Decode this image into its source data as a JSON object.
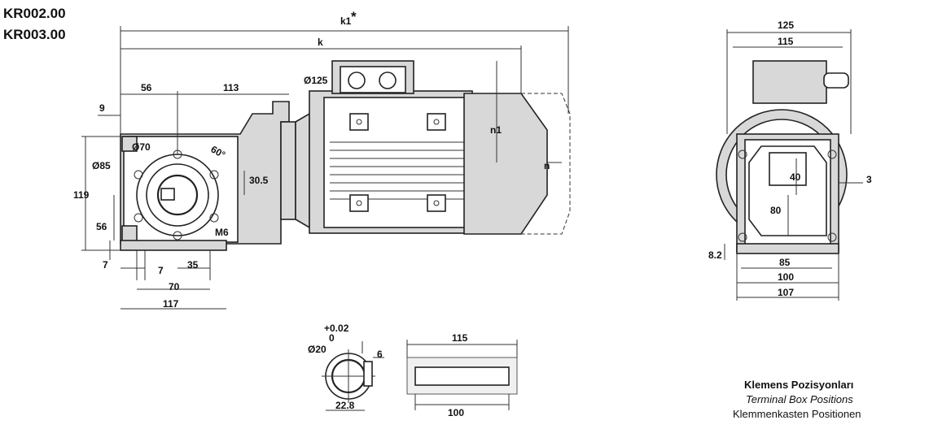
{
  "titles": {
    "line1": "KR002.00",
    "line2": "KR003.00"
  },
  "side_view": {
    "k1": "k1",
    "k1_star": "*",
    "k": "k",
    "d125": "Ø125",
    "d56": "56",
    "d113": "113",
    "d9": "9",
    "d70": "Ø70",
    "d85": "Ø85",
    "angle60": "60°",
    "d30_5": "30.5",
    "d119": "119",
    "d56b": "56",
    "d7v": "7",
    "d7h": "7",
    "d35": "35",
    "d70b": "70",
    "d117": "117",
    "m6": "M6",
    "n1": "n1",
    "n": "n"
  },
  "front_view": {
    "d125": "125",
    "d115": "115",
    "d40": "40",
    "d80": "80",
    "d3": "3",
    "d8_2": "8.2",
    "d85": "85",
    "d100": "100",
    "d107": "107"
  },
  "shaft_detail": {
    "tol_plus": "+0.02",
    "tol_zero": "0",
    "d20": "Ø20",
    "d6": "6",
    "d22_8": "22.8"
  },
  "hollow_shaft": {
    "d115": "115",
    "d100": "100"
  },
  "legend": {
    "line1": "Klemens Pozisyonları",
    "line2": "Terminal Box Positions",
    "line3": "Klemmenkasten Positionen"
  }
}
